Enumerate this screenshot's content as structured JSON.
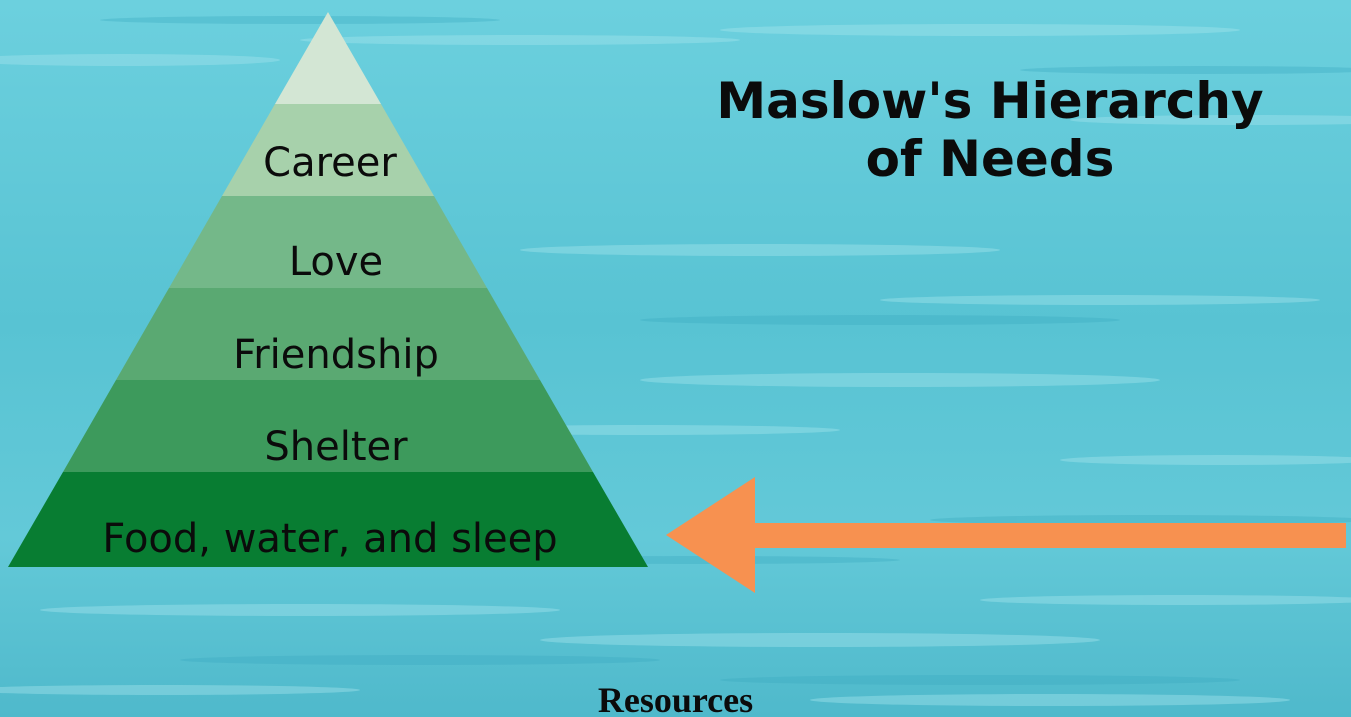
{
  "title": {
    "line1": "Maslow's Hierarchy",
    "line2": "of Needs"
  },
  "pyramid": {
    "tiers": [
      {
        "label": "",
        "color": "#d3e6d4"
      },
      {
        "label": "Career",
        "color": "#a7d1ab"
      },
      {
        "label": "Love",
        "color": "#74b889"
      },
      {
        "label": "Friendship",
        "color": "#5aa972"
      },
      {
        "label": "Shelter",
        "color": "#3d9a5c"
      },
      {
        "label": "Food, water, and sleep",
        "color": "#087d32"
      }
    ]
  },
  "arrow": {
    "color": "#f79150",
    "direction": "left"
  },
  "footer": {
    "label": "Resources"
  },
  "colors": {
    "background": "#5ec6d6",
    "text": "#0b0b0b"
  }
}
